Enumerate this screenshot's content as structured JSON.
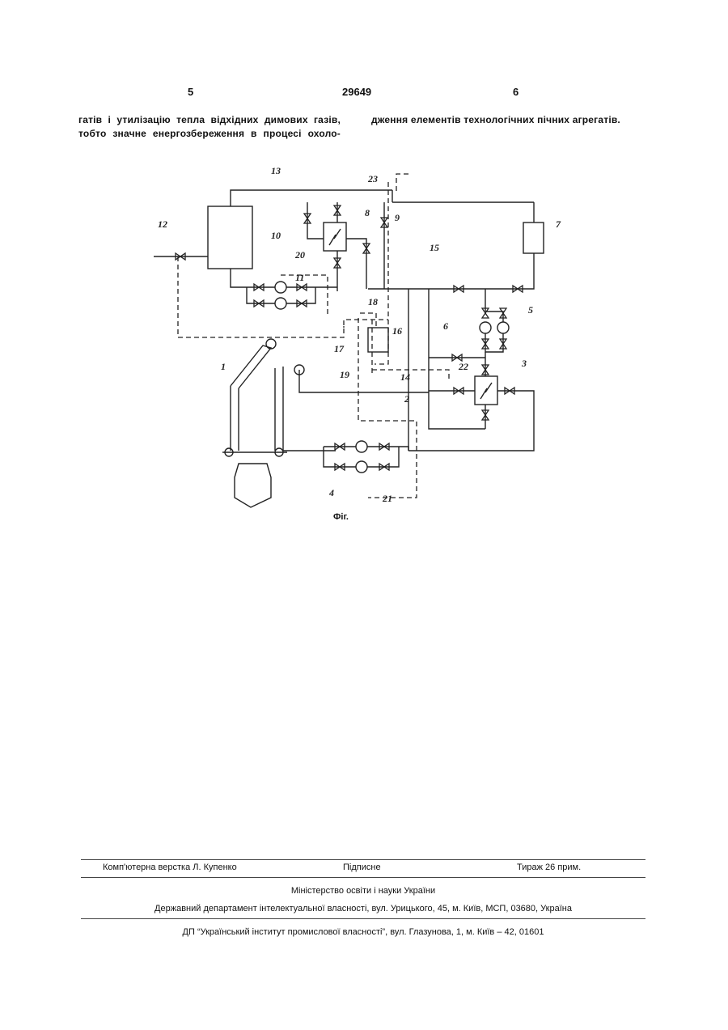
{
  "header": {
    "left_page": "5",
    "patent_number": "29649",
    "right_page": "6"
  },
  "text": {
    "left_col_line1": "гатів і утилізацію тепла відхідних димових газів,",
    "left_col_line2": "тобто значне енергозбереження в процесі охоло-",
    "right_col_line1": "дження елементів технологічних пічних агрегатів."
  },
  "figure": {
    "caption": "Фіг.",
    "labels": {
      "l1": "1",
      "l2": "2",
      "l3": "3",
      "l4": "4",
      "l5": "5",
      "l6": "6",
      "l7": "7",
      "l8": "8",
      "l9": "9",
      "l10": "10",
      "l11": "11",
      "l12": "12",
      "l13": "13",
      "l14": "14",
      "l15": "15",
      "l16": "16",
      "l17": "17",
      "l18": "18",
      "l19": "19",
      "l20": "20",
      "l21": "21",
      "l22": "22",
      "l23": "23"
    }
  },
  "footer": {
    "layout": "Комп'ютерна верстка Л. Купенко",
    "signed": "Підписне",
    "circulation": "Тираж 26 прим.",
    "ministry": "Міністерство освіти і науки України",
    "department": "Державний департамент інтелектуальної власності, вул. Урицького, 45, м. Київ, МСП, 03680, Україна",
    "institute": "ДП “Український інститут промислової власності”, вул. Глазунова, 1, м. Київ – 42, 01601"
  }
}
